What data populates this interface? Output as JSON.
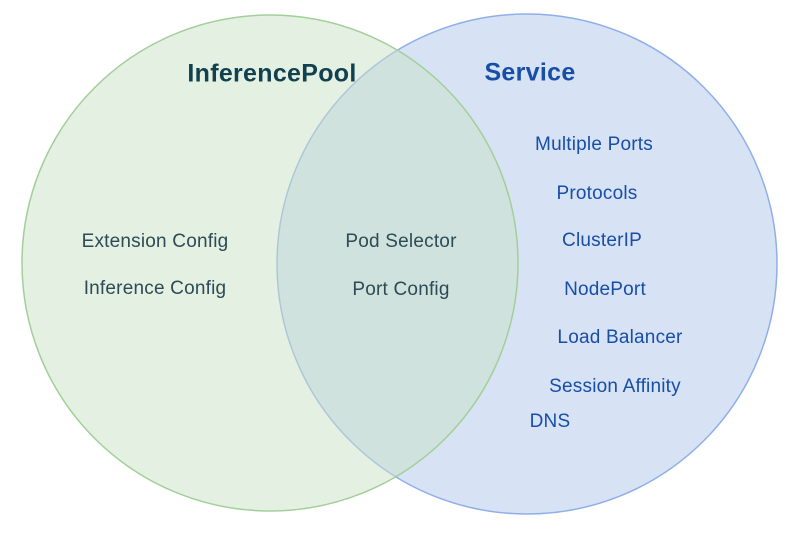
{
  "venn": {
    "left_set": {
      "title": "InferencePool",
      "items": [
        "Extension Config",
        "Inference Config"
      ]
    },
    "right_set": {
      "title": "Service",
      "items": [
        "Multiple Ports",
        "Protocols",
        "ClusterIP",
        "NodePort",
        "Load Balancer",
        "Session Affinity",
        "DNS"
      ]
    },
    "overlap": {
      "items": [
        "Pod Selector",
        "Port Config"
      ]
    },
    "colors": {
      "green_circle_fill": "rgba(201,225,197,0.5)",
      "green_circle_stroke": "#a2cf99",
      "blue_circle_fill": "#d7e2f5",
      "blue_circle_stroke": "#8fafe9",
      "overlap_resulting_fill": "#d7e5dc",
      "teal_text": "#2d4b55",
      "teal_title_text": "#11404f",
      "blue_text": "#174ea6"
    }
  }
}
